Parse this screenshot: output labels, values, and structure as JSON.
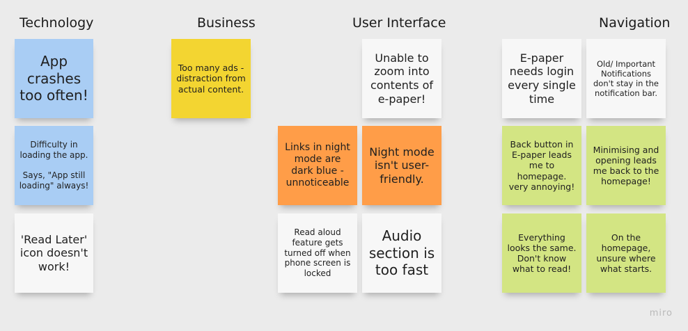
{
  "colors": {
    "board_bg": "#ebebeb",
    "blue": "#a9cdf4",
    "yellow": "#f3d531",
    "white": "#f7f7f7",
    "orange": "#ff9d48",
    "green": "#d3e583"
  },
  "headings": {
    "technology": "Technology",
    "business": "Business",
    "user_interface": "User Interface",
    "navigation": "Navigation"
  },
  "notes": {
    "tech_1": "App crashes too often!",
    "tech_2": "Difficulty in loading the app.\n\nSays, \"App still loading\" always!",
    "tech_3": "'Read Later' icon doesn't work!",
    "business_1": "Too many ads - distraction from actual content.",
    "ui_1": "Unable to zoom into contents of e-paper!",
    "ui_2": "Links in night mode are dark blue - unnoticeable",
    "ui_3": "Night mode isn't user-friendly.",
    "ui_4": "Read aloud feature gets turned off when phone screen is locked",
    "ui_5": "Audio section is too fast",
    "nav_1": "E-paper needs login every single time",
    "nav_2": "Old/ Important Notifications don't stay in the notification bar.",
    "nav_3": "Back button in E-paper leads me to homepage. very annoying!",
    "nav_4": "Minimising and opening leads me back to the homepage!",
    "nav_5": "Everything looks the same. Don't know what to read!",
    "nav_6": "On the homepage, unsure where what starts."
  },
  "watermark": "miro"
}
